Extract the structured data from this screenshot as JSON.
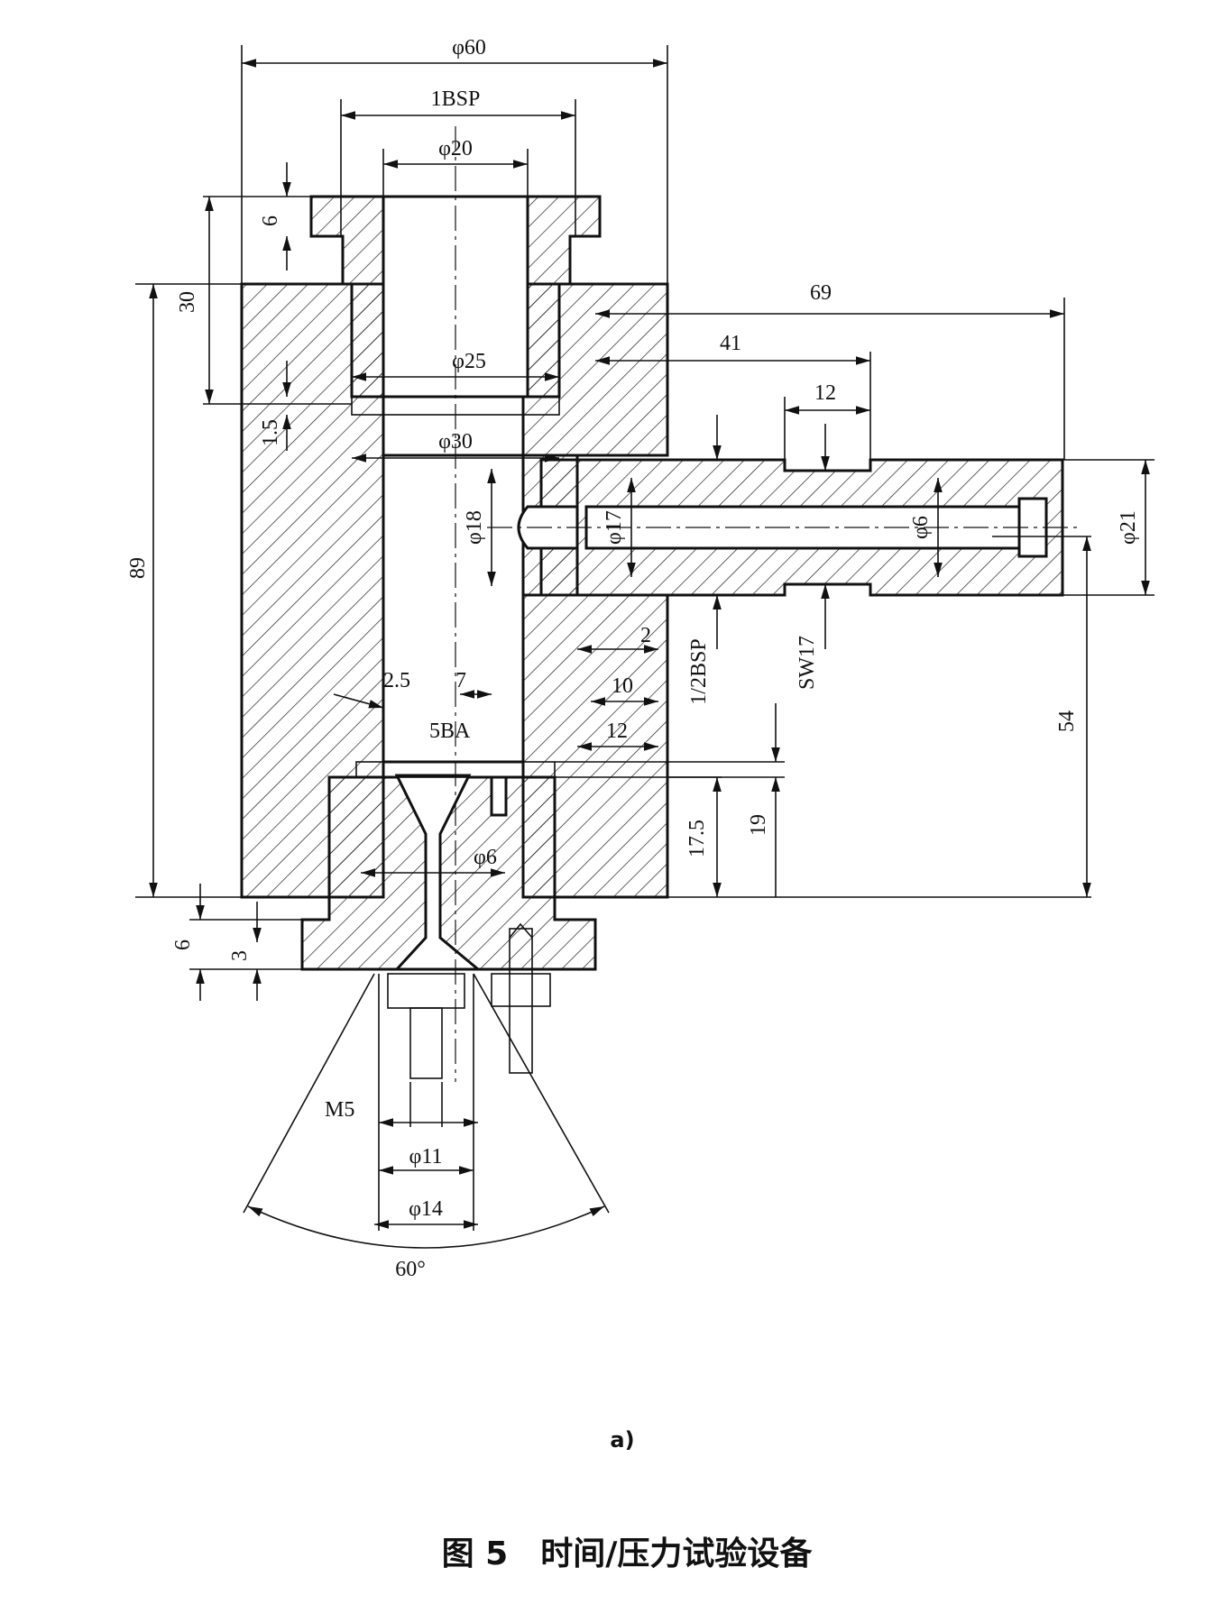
{
  "dimensions": {
    "outer_diameter": "φ60",
    "thread_top": "1BSP",
    "bore_top": "φ20",
    "flange_height_top": "6",
    "height_30": "30",
    "height_89": "89",
    "bore_25": "φ25",
    "gap_1_5": "1.5",
    "bore_30": "φ30",
    "length_69": "69",
    "length_41": "41",
    "length_12_top": "12",
    "bore_18": "φ18",
    "bore_17": "φ17",
    "bore_6_side": "φ6",
    "outer_21": "φ21",
    "thread_half": "1/2BSP",
    "wrench": "SW17",
    "gap_2": "2",
    "gap_10": "10",
    "gap_12": "12",
    "gap_2_5": "2.5",
    "gap_7": "7",
    "thread_5ba": "5BA",
    "height_54": "54",
    "height_17_5": "17.5",
    "height_19": "19",
    "bore_6_bottom": "φ6",
    "flange_6_bottom": "6",
    "flange_3_bottom": "3",
    "thread_m5": "M5",
    "bore_11": "φ11",
    "bore_14": "φ14",
    "angle_60": "60°"
  },
  "caption": {
    "sub_label": "a)",
    "title": "图 5　时间/压力试验设备"
  }
}
